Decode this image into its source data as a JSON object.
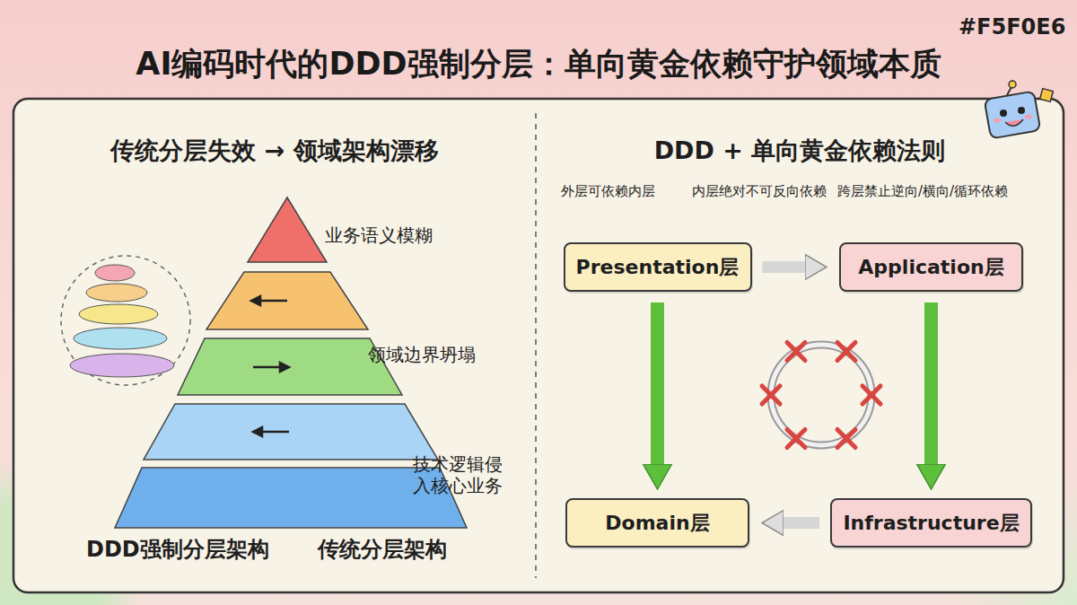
{
  "diagram": {
    "title": "AI编码时代的DDD强制分层：单向黄金依赖守护领域本质",
    "nodes": [
      {
        "text": [
          "传统分层失效 → 领域架构漂移"
        ]
      },
      {
        "text": [
          "DDD + 单向黄金依赖法则",
          "外层可依赖内层",
          "内层绝对不可反向依赖",
          "跨层禁止逆向/横向/循环依赖"
        ]
      },
      {
        "text": [
          "Presentation层"
        ],
        "in": 1
      },
      {
        "text": [
          "Application层"
        ],
        "in": 1
      },
      {
        "text": [
          "Domain层"
        ],
        "in": 1
      },
      {
        "text": [
          "Infrastructure层"
        ],
        "in": 1
      }
    ],
    "edges": [
      {
        "from": 2,
        "to": 3,
        "arrow": "to"
      },
      {
        "from": 2,
        "to": 4,
        "arrow": "to"
      },
      {
        "from": 3,
        "to": 5,
        "arrow": "to"
      },
      {
        "from": 5,
        "to": 4,
        "arrow": "to"
      }
    ],
    "labels": [
      "#F5F0E6",
      "业务语义模糊",
      "领域边界坍塌",
      "技术逻辑侵入核心业务",
      "DDD强制分层架构",
      "传统分层架构"
    ]
  }
}
